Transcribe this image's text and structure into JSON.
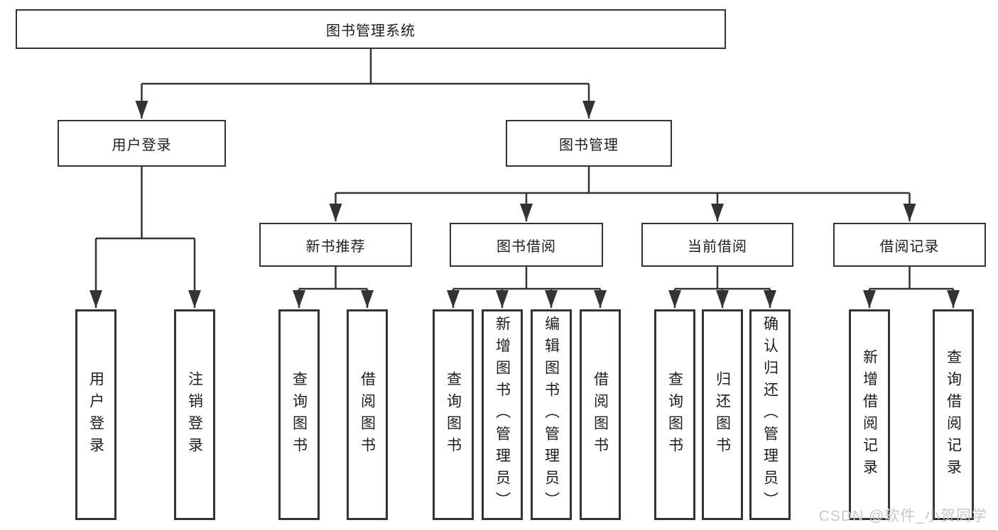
{
  "diagram": {
    "title": "图书管理系统",
    "root": {
      "label": "图书管理系统"
    },
    "level2": {
      "user_login": {
        "label": "用户登录"
      },
      "book_management": {
        "label": "图书管理"
      }
    },
    "level3": {
      "new_book_recommend": {
        "label": "新书推荐"
      },
      "book_borrowing": {
        "label": "图书借阅"
      },
      "current_borrowing": {
        "label": "当前借阅"
      },
      "borrowing_records": {
        "label": "借阅记录"
      }
    },
    "leaves": {
      "user_login": "用户登录",
      "logout": "注销登录",
      "nb_query_books": "查询图书",
      "nb_borrow_books": "借阅图书",
      "bb_query_books": "查询图书",
      "bb_add_books_admin": "新增图书（管理员）",
      "bb_edit_books_admin": "编辑图书（管理员）",
      "bb_borrow_books": "借阅图书",
      "cb_query_books": "查询图书",
      "cb_return_books": "归还图书",
      "cb_confirm_return_admin": "确认归还（管理员）",
      "br_add_record": "新增借阅记录",
      "br_query_record": "查询借阅记录"
    },
    "colors": {
      "line": "#333333",
      "box_border": "#333333",
      "text": "#1d1d1d",
      "watermark": "#c8c8c8"
    }
  },
  "watermark": {
    "text": "CSDN @软件_小贺同学"
  }
}
